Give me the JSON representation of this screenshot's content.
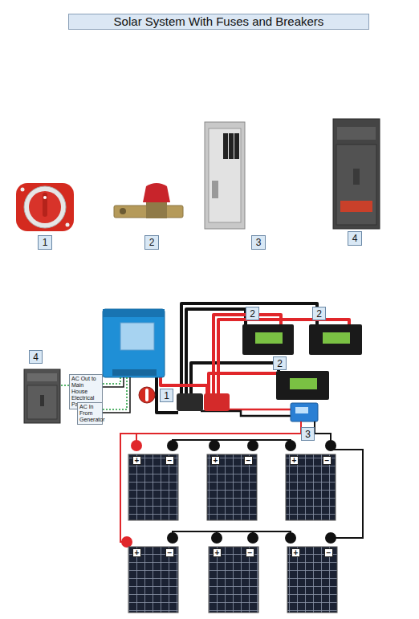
{
  "diagram": {
    "title": "Solar System With Fuses and Breakers",
    "nodes": [
      {
        "text": [
          "1"
        ]
      },
      {
        "text": [
          "2"
        ]
      },
      {
        "text": [
          "3"
        ]
      },
      {
        "text": [
          "4"
        ]
      },
      {
        "text": [
          "2"
        ]
      },
      {
        "text": [
          "2"
        ]
      },
      {
        "text": [
          "4"
        ]
      },
      {
        "text": [
          "2"
        ]
      },
      {
        "text": [
          "AC Out to Main House Electrical Panel"
        ]
      },
      {
        "text": [
          "1"
        ]
      },
      {
        "text": [
          "AC In From Generator"
        ]
      },
      {
        "text": [
          "3"
        ]
      }
    ],
    "labels": [
      "+",
      "−",
      "+",
      "−",
      "+",
      "−",
      "+",
      "−",
      "+",
      "−",
      "+",
      "−"
    ]
  }
}
